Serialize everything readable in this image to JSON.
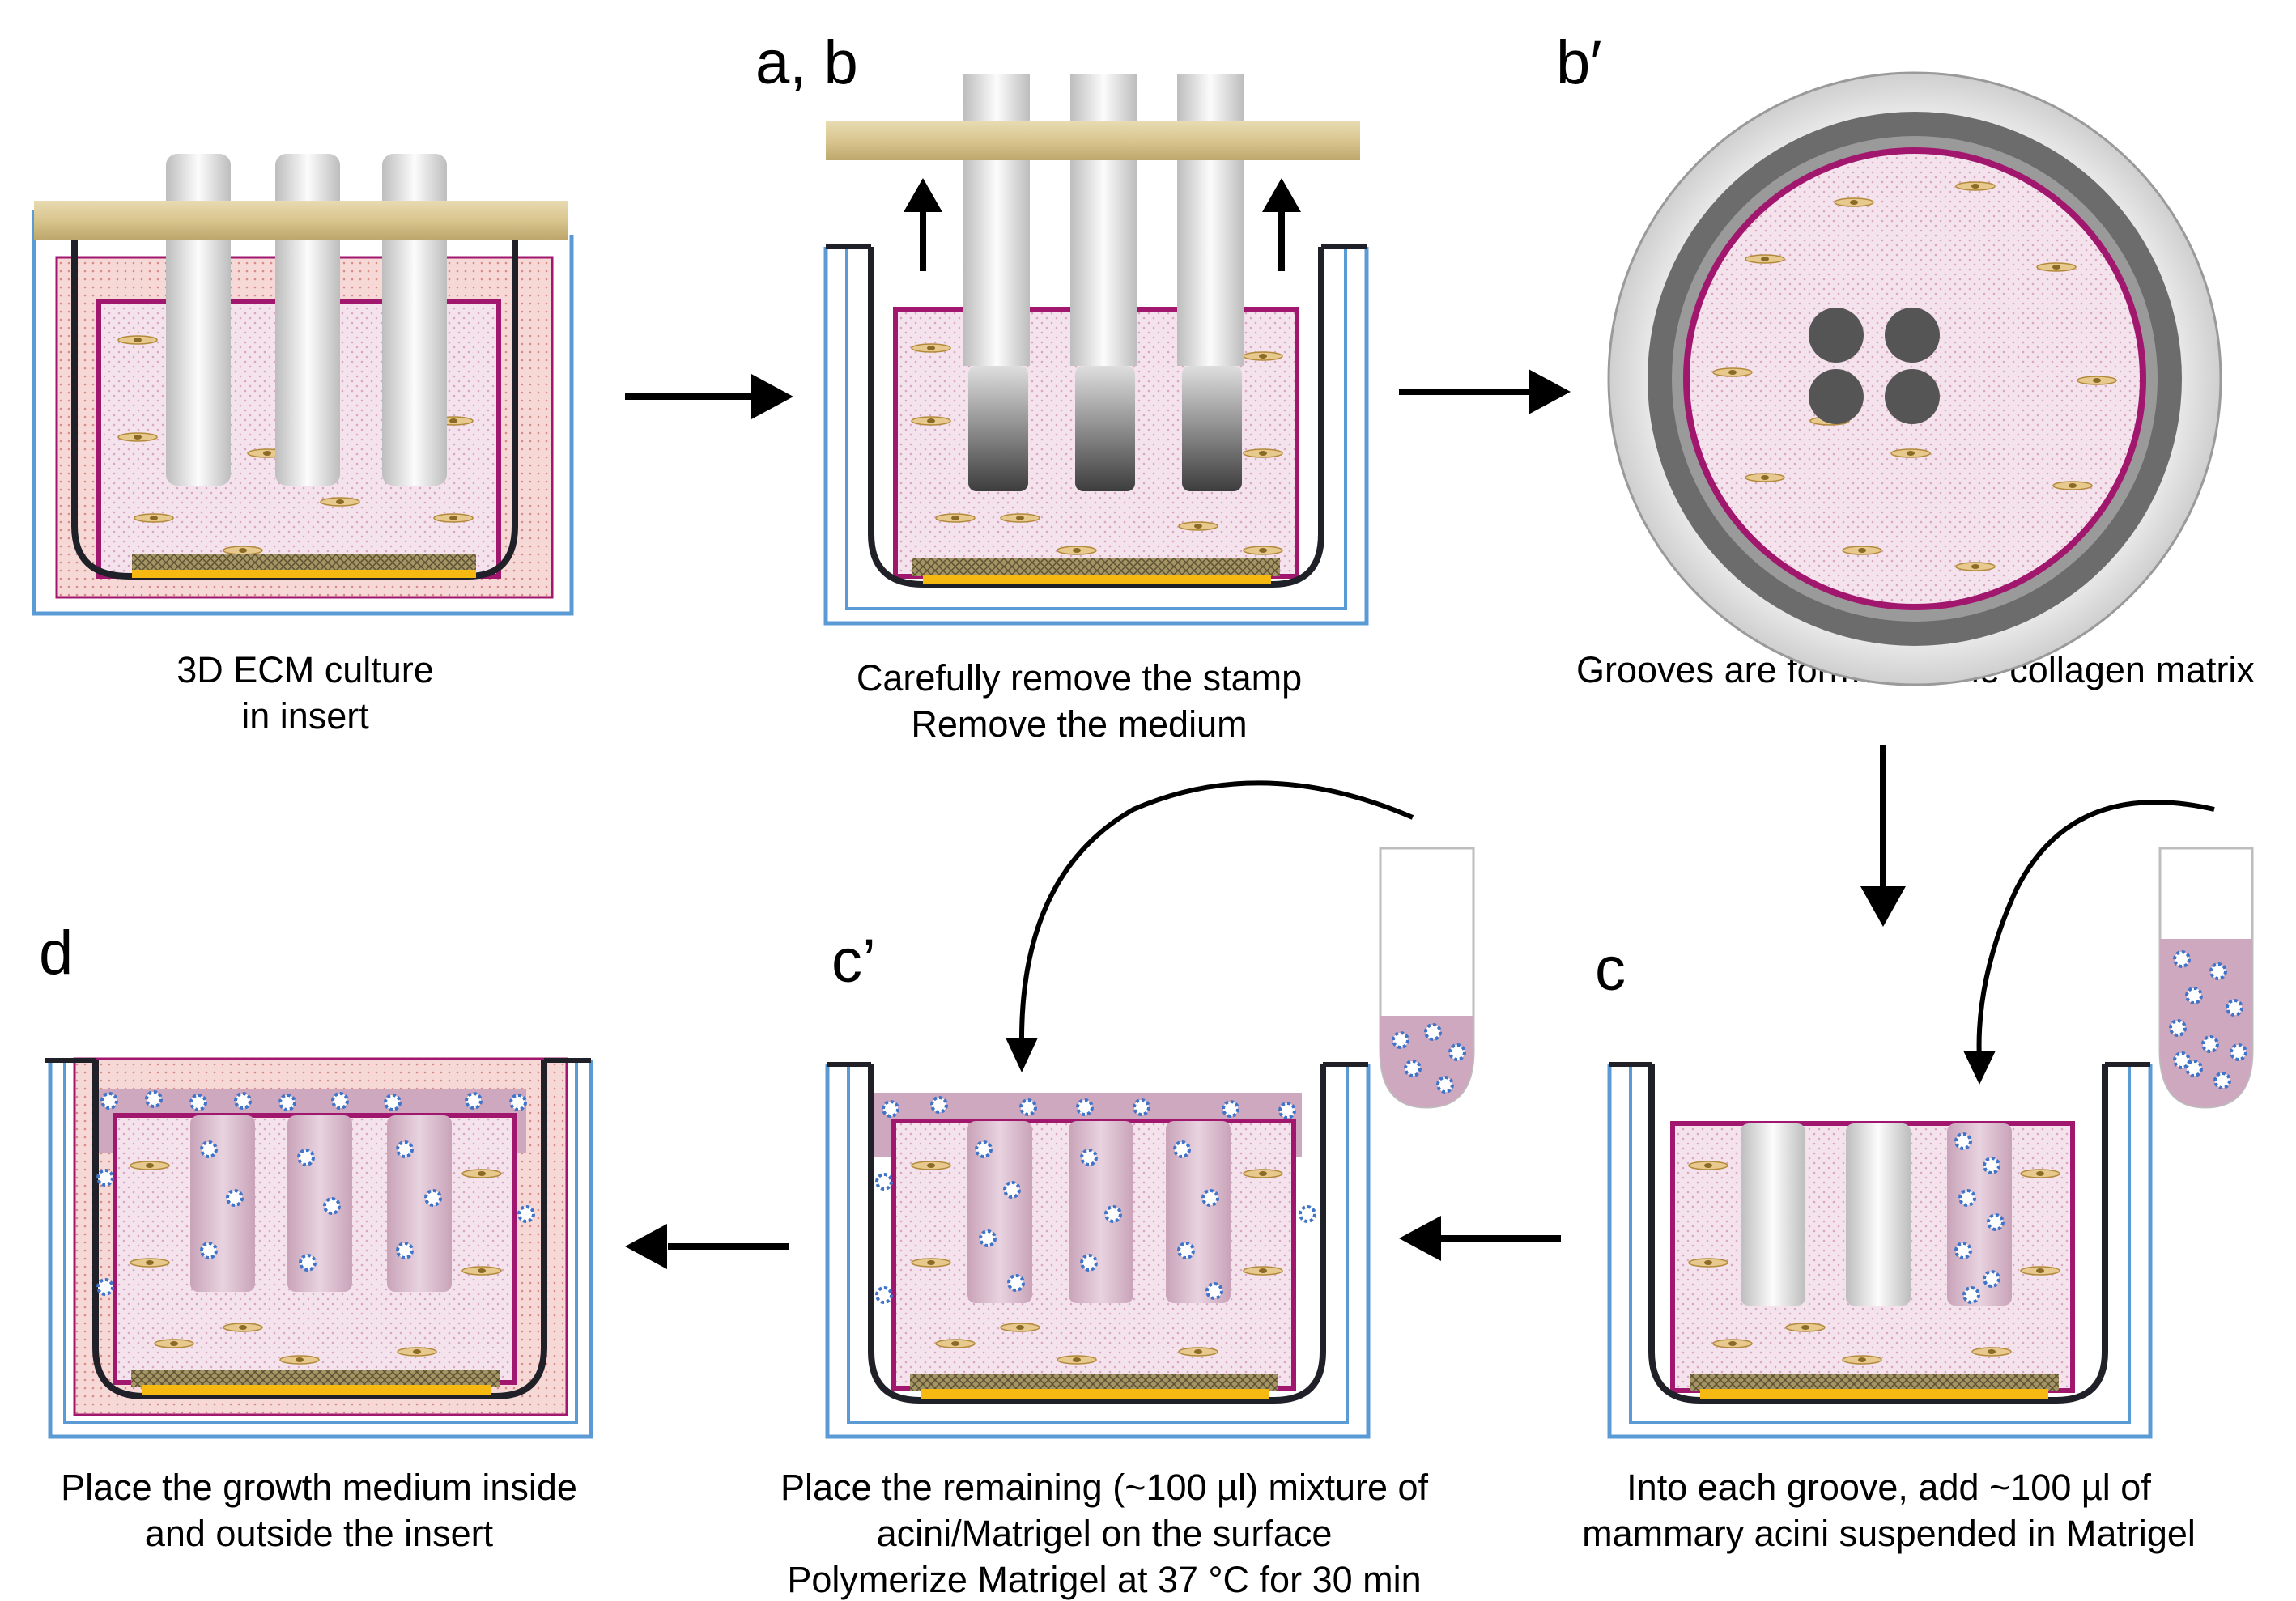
{
  "colors": {
    "matrix": "#f4e2ec",
    "matrix_border": "#a2176e",
    "insert_wall": "#202028",
    "well_wall": "#5b9bd5",
    "stamp_bar": "#dccb98",
    "membrane": "#f5b912",
    "matrigel": "#dcbfd2",
    "acini": "#4f7fd0",
    "fibroblast": "#c69a3e",
    "groove_dark": "#555555"
  },
  "panels": [
    {
      "id": "start",
      "label": "",
      "caption": [
        "3D ECM culture",
        "in insert"
      ]
    },
    {
      "id": "ab",
      "label": "a, b",
      "caption": [
        "Carefully remove the stamp",
        "Remove the medium"
      ]
    },
    {
      "id": "bprime",
      "label": "b′",
      "caption": [
        "Grooves are formed in the collagen matrix"
      ]
    },
    {
      "id": "c",
      "label": "c",
      "caption": [
        "Into each groove, add ~100 µl of",
        "mammary acini suspended in Matrigel"
      ]
    },
    {
      "id": "cprime",
      "label": "c’",
      "caption": [
        "Place the remaining (~100 µl) mixture of",
        "acini/Matrigel on the surface",
        "Polymerize Matrigel at 37 °C for 30 min"
      ]
    },
    {
      "id": "d",
      "label": "d",
      "caption": [
        "Place the growth medium inside",
        "and outside the insert"
      ]
    }
  ]
}
